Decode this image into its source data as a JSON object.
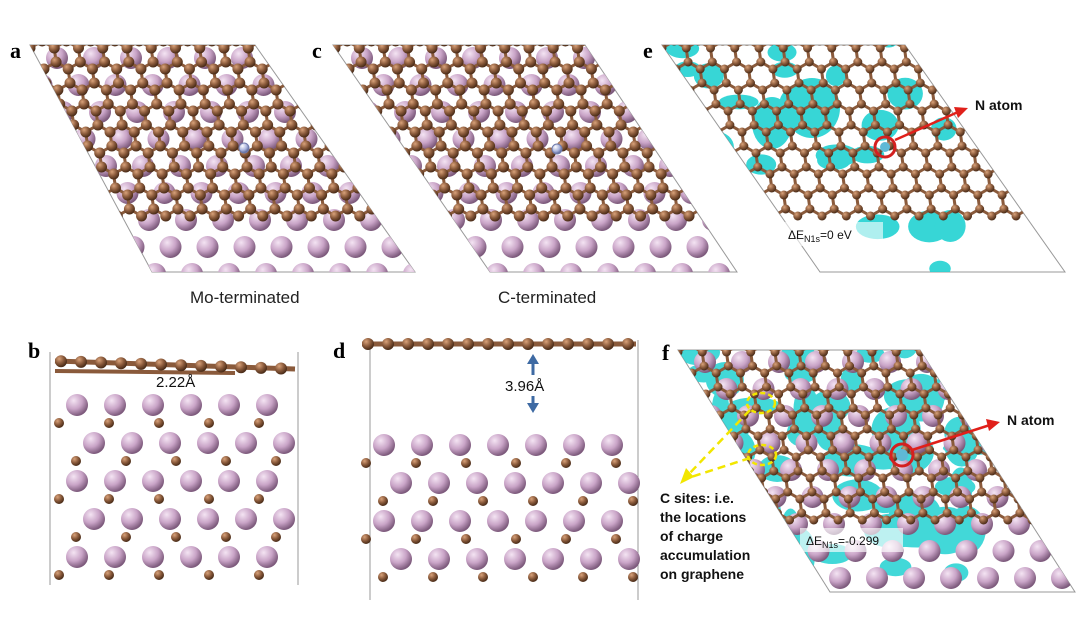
{
  "panels": {
    "a": "a",
    "b": "b",
    "c": "c",
    "d": "d",
    "e": "e",
    "f": "f"
  },
  "captions": {
    "mo_terminated": "Mo-terminated",
    "c_terminated": "C-terminated"
  },
  "distances": {
    "mo": "2.22Å",
    "c": "3.96Å"
  },
  "annotations": {
    "n_atom_e": "N atom",
    "n_atom_f": "N atom",
    "delta_prefix": "ΔE",
    "delta_sub": "N1s",
    "delta_e_value": "=0 eV",
    "delta_f_value": "=-0.299",
    "c_sites": [
      "C sites: i.e.",
      "the locations",
      "of charge",
      "accumulation",
      "on graphene"
    ]
  },
  "colors": {
    "carbon": "#8a5a3b",
    "bond": "#8a5a3b",
    "molybdenum": "#c9a4c7",
    "nitrogen": "#9aa6d1",
    "charge": "#22d2d2",
    "arrow_red": "#e0201a",
    "ring_red": "#d42020",
    "dashed_yellow": "#f2e600",
    "distance_arrow": "#3e6aa3"
  }
}
